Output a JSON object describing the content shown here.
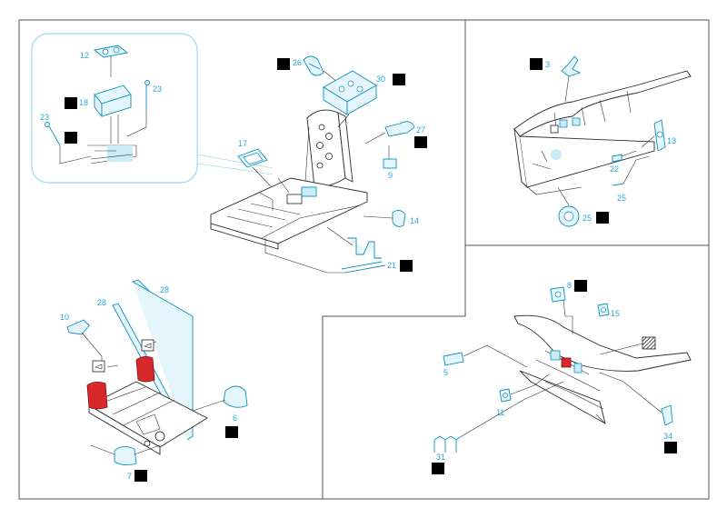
{
  "colors": {
    "part_cyan": "#0e8fbf",
    "label_cyan": "#2aa8d6",
    "highlight_red": "#d9282b",
    "line_dark": "#333333",
    "inset_frame": "#9fd8ec"
  },
  "icons": {
    "check_box": "bent-arrow-check-icon",
    "paint_hatch": "diagonal-hatch-icon"
  },
  "parts": {
    "p3": "3",
    "p5": "5",
    "p6": "6",
    "p7": "7",
    "p8": "8",
    "p9": "9",
    "p10": "10",
    "p11": "11",
    "p12": "12",
    "p13": "13",
    "p14": "14",
    "p15": "15",
    "p17": "17",
    "p18": "18",
    "p21": "21",
    "p22": "22",
    "p23": "23",
    "p25": "25",
    "p26": "26",
    "p27": "27",
    "p28": "28",
    "p30": "30",
    "p31": "31",
    "p34": "34"
  }
}
